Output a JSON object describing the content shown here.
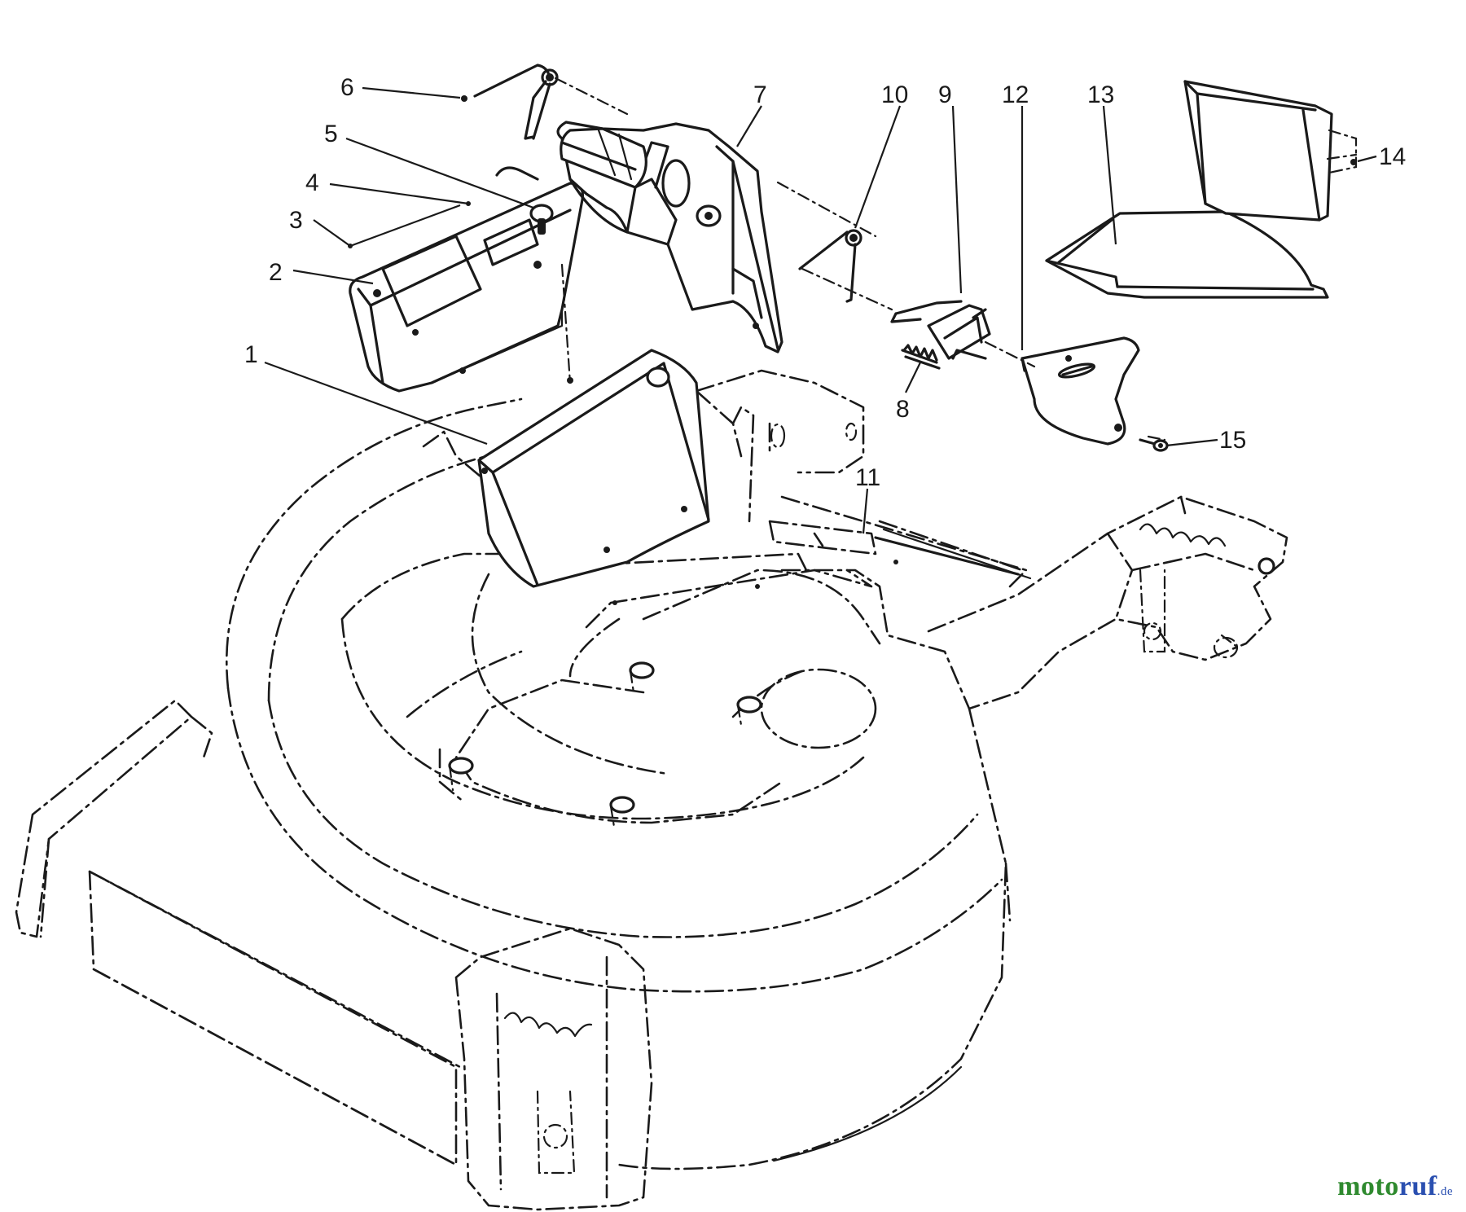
{
  "diagram": {
    "callouts": [
      {
        "id": "c1",
        "label": "1"
      },
      {
        "id": "c2",
        "label": "2"
      },
      {
        "id": "c3",
        "label": "3"
      },
      {
        "id": "c4",
        "label": "4"
      },
      {
        "id": "c5",
        "label": "5"
      },
      {
        "id": "c6",
        "label": "6"
      },
      {
        "id": "c7",
        "label": "7"
      },
      {
        "id": "c8",
        "label": "8"
      },
      {
        "id": "c9",
        "label": "9"
      },
      {
        "id": "c10",
        "label": "10"
      },
      {
        "id": "c11",
        "label": "11"
      },
      {
        "id": "c12",
        "label": "12"
      },
      {
        "id": "c13",
        "label": "13"
      },
      {
        "id": "c14",
        "label": "14"
      },
      {
        "id": "c15",
        "label": "15"
      }
    ]
  },
  "watermark": {
    "part1": "moto",
    "part2": "ruf",
    "part3": ".de"
  },
  "colors": {
    "ink": "#1a1a1a",
    "watermark_green": "#2f8a2f",
    "watermark_blue": "#2a4fb0"
  }
}
